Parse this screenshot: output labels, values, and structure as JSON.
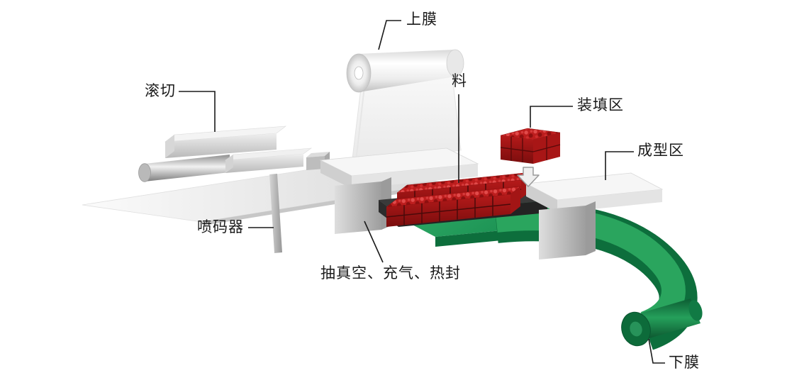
{
  "diagram": {
    "labels": {
      "upper_film": "上膜",
      "roll_cut": "滚切",
      "material": "料",
      "filling_area": "装填区",
      "forming_area": "成型区",
      "inkjet_coder": "喷码器",
      "vacuum_inflate_heatseal": "抽真空、充气、热封",
      "lower_film": "下膜"
    },
    "icons": {
      "down_arrow_icon": "↓"
    },
    "colors": {
      "background": "#ffffff",
      "text": "#1a1a1a",
      "leader_line": "#1a1a1a",
      "machine_white": "#f6f6f6",
      "machine_shadow_gray": "#cfcfcf",
      "pedestal_gray": "#a8a8a8",
      "platform_dark_gray": "#2f2f2f",
      "product_red": "#bc1d1d",
      "product_red_dark": "#7a0d0d",
      "belt_green": "#27a35c",
      "belt_green_dark": "#0d6e3c",
      "film_roll_white": "#f1f1f1"
    }
  }
}
